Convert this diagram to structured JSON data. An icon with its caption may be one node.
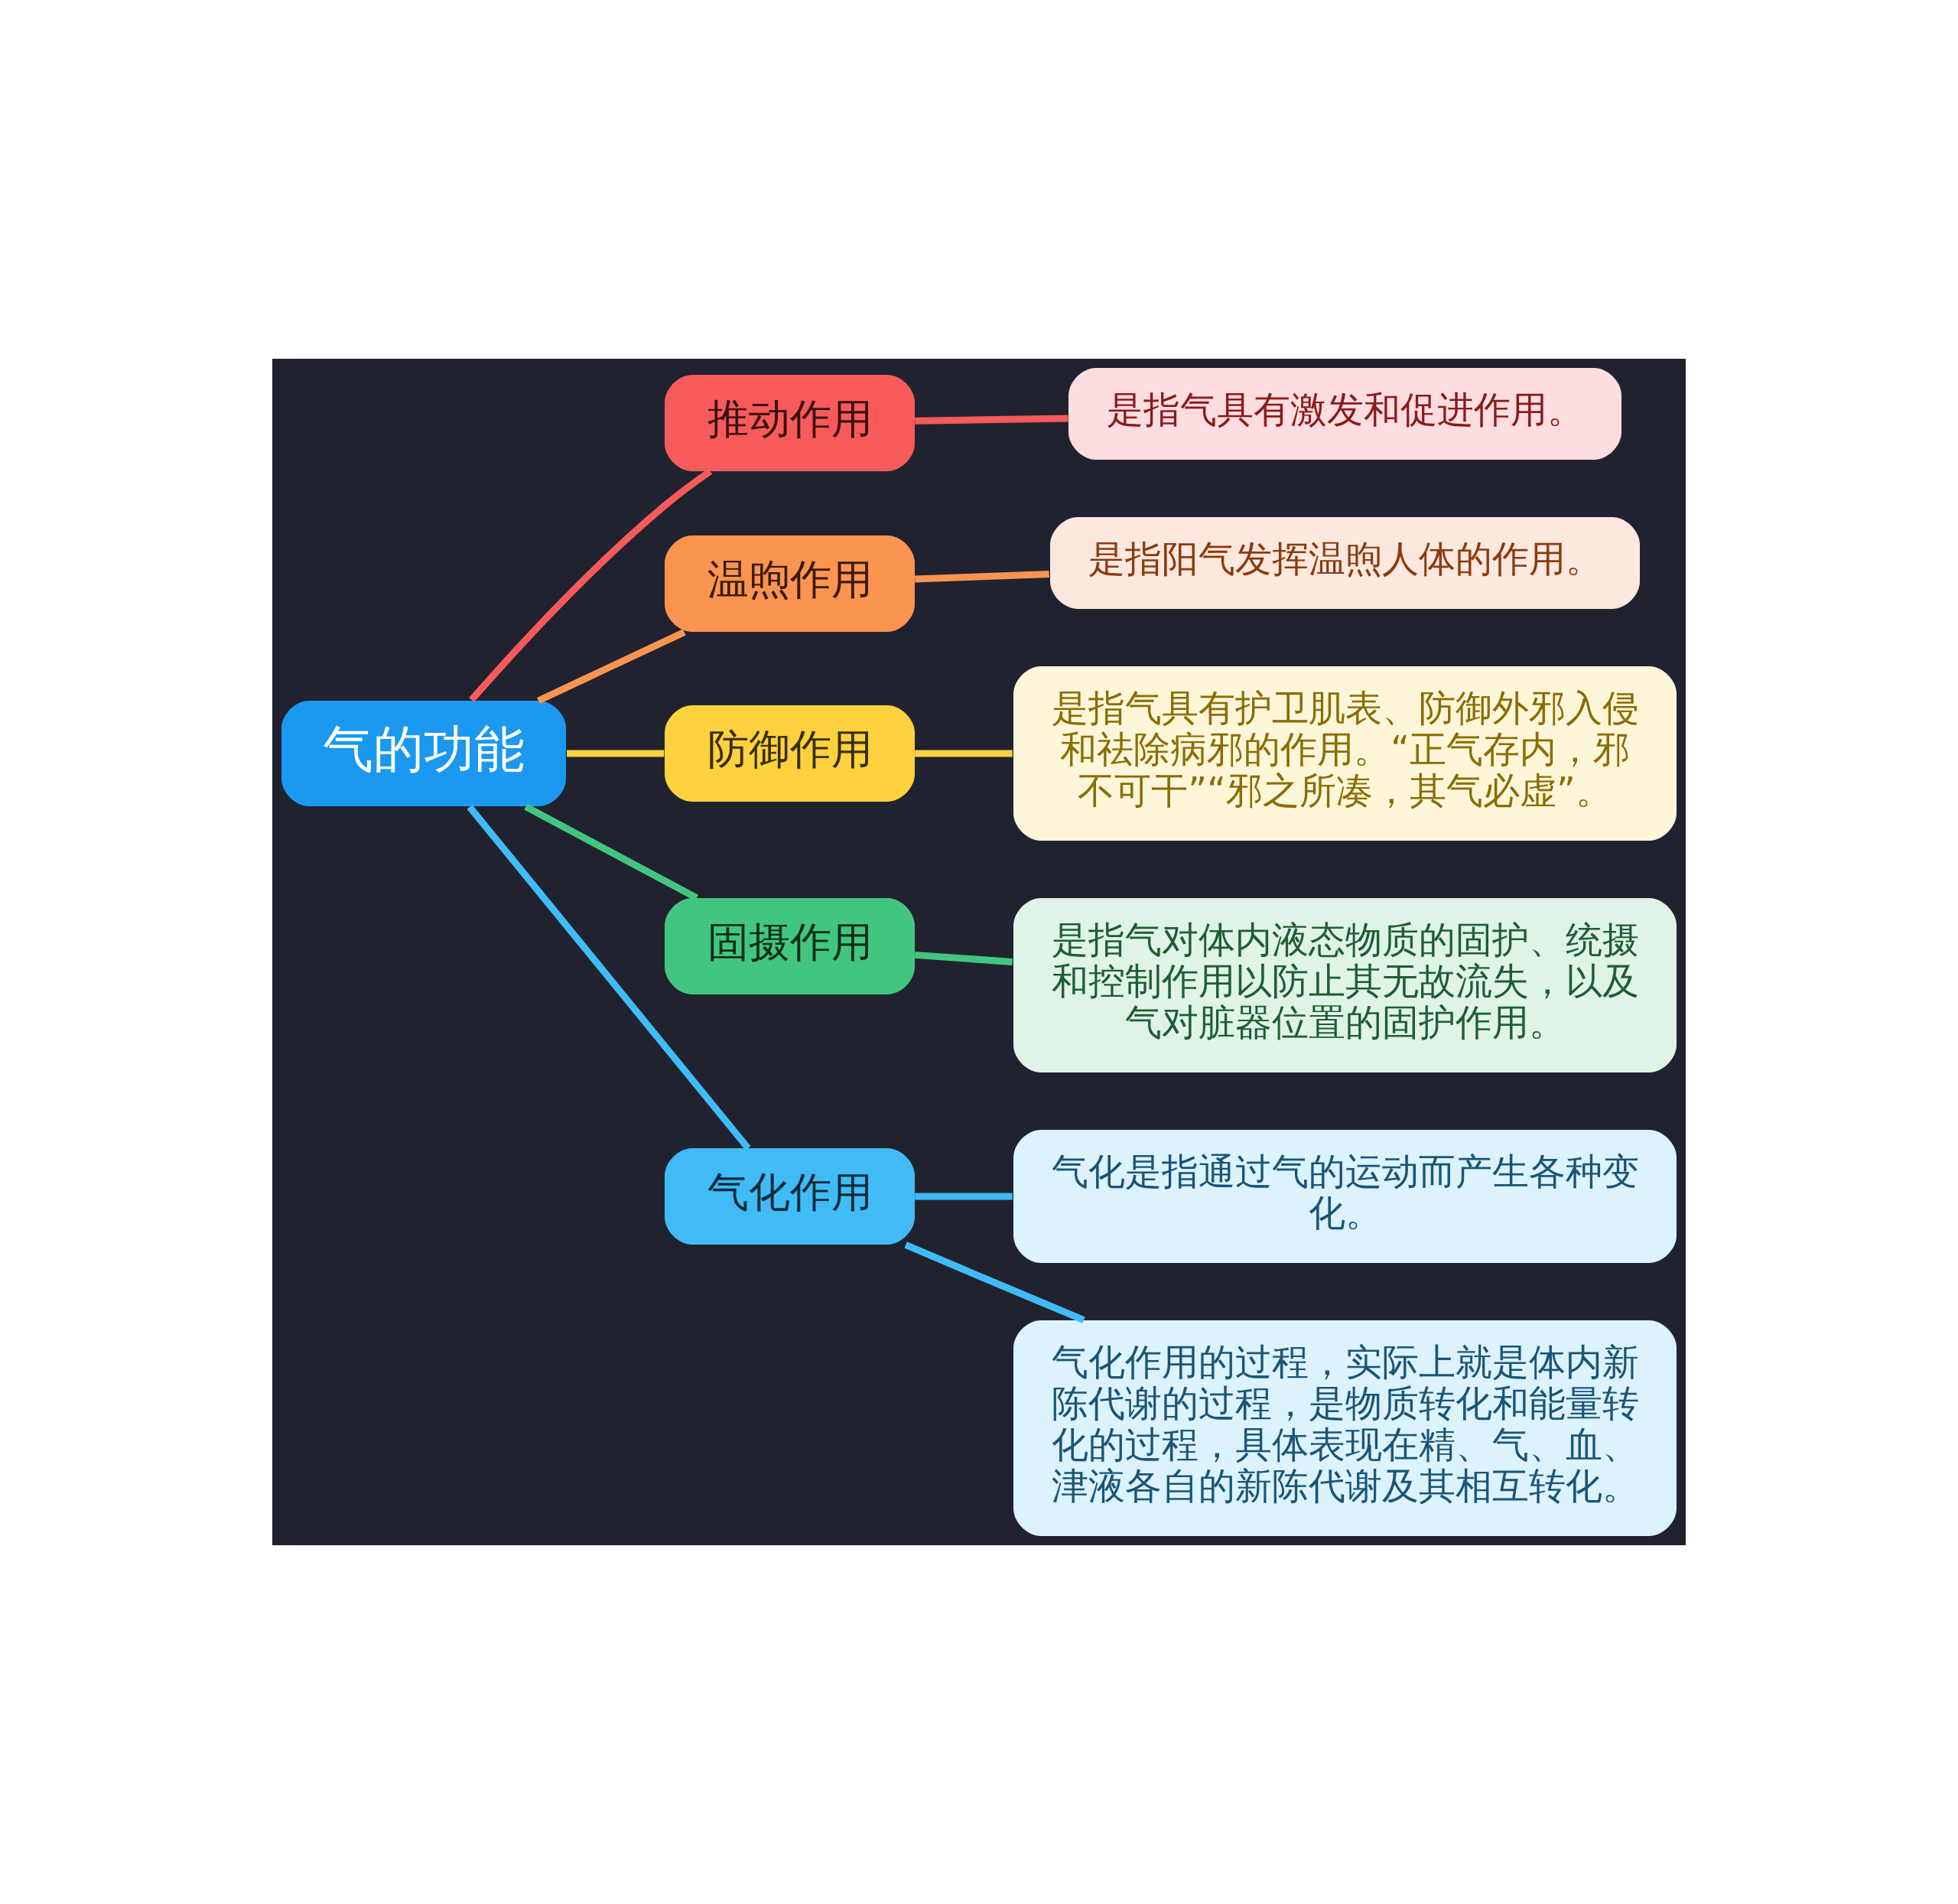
{
  "diagram": {
    "nodes": [
      {
        "text": [
          "气的功能"
        ]
      },
      {
        "text": [
          "推动作用"
        ]
      },
      {
        "text": [
          "是指气具有激发和促进作用。"
        ]
      },
      {
        "text": [
          "温煦作用"
        ]
      },
      {
        "text": [
          "是指阳气发挥温煦人体的作用。"
        ]
      },
      {
        "text": [
          "防御作用"
        ]
      },
      {
        "text": [
          "是指气具有护卫肌表、防御外邪入侵和祛除病邪的作用。“正气存内，邪不可干”“邪之所凑，其气必虚”。"
        ]
      },
      {
        "text": [
          "固摄作用"
        ]
      },
      {
        "text": [
          "是指气对体内液态物质的固护、统摄和控制作用以防止其无故流失，以及气对脏器位置的固护作用。"
        ]
      },
      {
        "text": [
          "气化作用"
        ]
      },
      {
        "text": [
          "气化是指通过气的运动而产生各种变化。"
        ]
      },
      {
        "text": [
          "气化作用的过程，实际上就是体内新陈代谢的过程，是物质转化和能量转化的过程，具体表现在精、气、血、津液各自的新陈代谢及其相互转化。"
        ]
      }
    ],
    "edges": [
      {
        "from": 0,
        "to": 1,
        "arrow": "none",
        "color": "#f75a5a"
      },
      {
        "from": 1,
        "to": 2,
        "arrow": "none",
        "color": "#f75a5a"
      },
      {
        "from": 0,
        "to": 3,
        "arrow": "none",
        "color": "#fa9450"
      },
      {
        "from": 3,
        "to": 4,
        "arrow": "none",
        "color": "#fa9450"
      },
      {
        "from": 0,
        "to": 5,
        "arrow": "none",
        "color": "#fdd23e"
      },
      {
        "from": 5,
        "to": 6,
        "arrow": "none",
        "color": "#fdd23e"
      },
      {
        "from": 0,
        "to": 7,
        "arrow": "none",
        "color": "#42c67f"
      },
      {
        "from": 7,
        "to": 8,
        "arrow": "none",
        "color": "#42c67f"
      },
      {
        "from": 0,
        "to": 9,
        "arrow": "none",
        "color": "#40bbf5"
      },
      {
        "from": 9,
        "to": 10,
        "arrow": "none",
        "color": "#40bbf5"
      },
      {
        "from": 9,
        "to": 11,
        "arrow": "none",
        "color": "#40bbf5"
      }
    ]
  }
}
